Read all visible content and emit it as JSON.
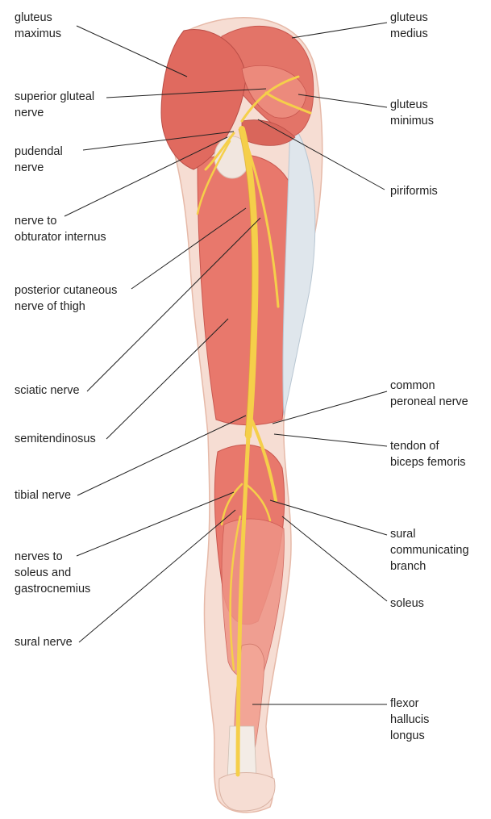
{
  "labels": {
    "gluteus_maximus": "gluteus\nmaximus",
    "superior_gluteal_nerve": "superior gluteal\nnerve",
    "pudendal_nerve": "pudendal\nnerve",
    "nerve_to_obturator_internus": "nerve to\nobturator internus",
    "posterior_cutaneous_nerve": "posterior cutaneous\nnerve of thigh",
    "sciatic_nerve": "sciatic nerve",
    "semitendinosus": "semitendinosus",
    "tibial_nerve": "tibial nerve",
    "nerves_to_soleus": "nerves to\nsoleus and\ngastrocnemius",
    "sural_nerve": "sural nerve",
    "gluteus_medius": "gluteus\nmedius",
    "gluteus_minimus": "gluteus\nminimus",
    "piriformis": "piriformis",
    "common_peroneal_nerve": "common\nperoneal nerve",
    "tendon_biceps_femoris": "tendon of\nbiceps femoris",
    "sural_communicating_branch": "sural\ncommunicating\nbranch",
    "soleus": "soleus",
    "flexor_hallucis_longus": "flexor\nhallucis\nlongus"
  },
  "colors": {
    "muscle": "#e8786c",
    "muscle_dark": "#c9574f",
    "muscle_light": "#f2a596",
    "skin": "#f6ddd3",
    "nerve": "#f5cf4a",
    "nerve_edge": "#d9a92a",
    "fascia": "#dfe6ec",
    "leader": "#222222"
  }
}
